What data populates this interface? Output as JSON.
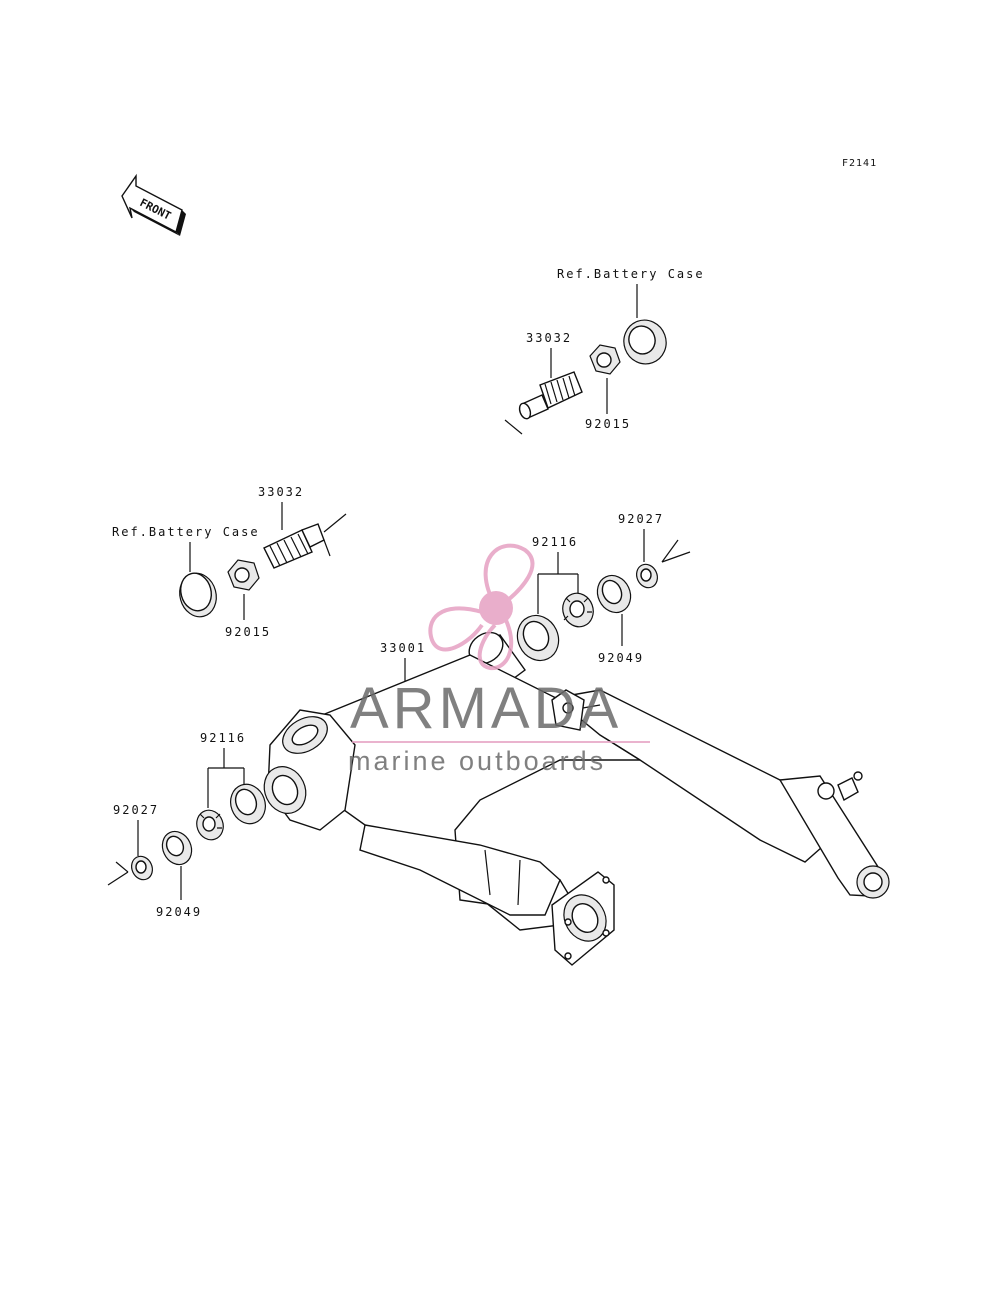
{
  "figure_code": "F2141",
  "front_arrow_label": "FRONT",
  "callouts": {
    "ref_battery_case_top": "Ref.Battery Case",
    "part_33032_top": "33032",
    "part_92015_top": "92015",
    "part_33032_left": "33032",
    "ref_battery_case_left": "Ref.Battery Case",
    "part_92015_left": "92015",
    "part_92116_right": "92116",
    "part_92027_right": "92027",
    "part_92049_right": "92049",
    "part_33001": "33001",
    "part_92116_left": "92116",
    "part_92027_left": "92027",
    "part_92049_left": "92049"
  },
  "watermark": {
    "title": "ARMADA",
    "subtitle": "marine outboards",
    "accent_color": "#e6a1c2",
    "text_color": "#6b6b6b"
  },
  "colors": {
    "line": "#111111",
    "background": "#ffffff"
  }
}
